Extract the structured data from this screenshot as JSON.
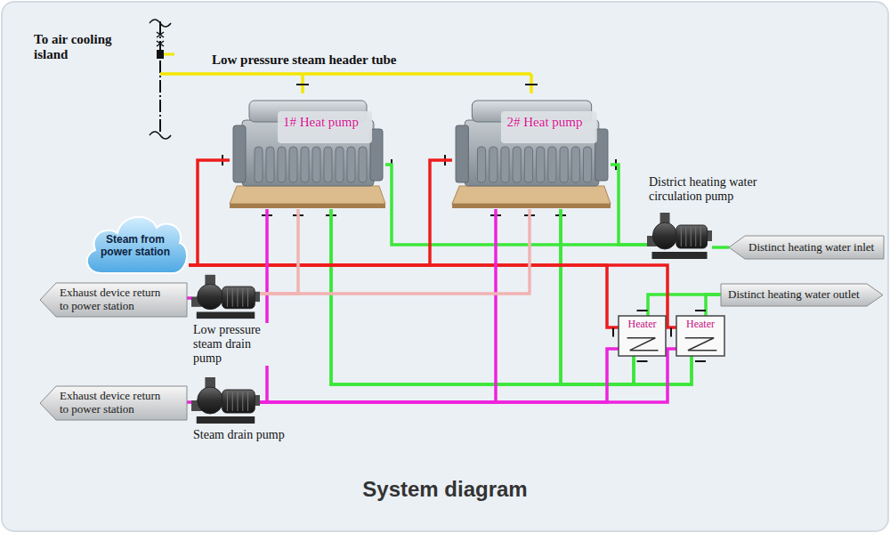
{
  "diagram": {
    "title": "System diagram",
    "nodes": [
      {
        "text": [
          "1# Heat pump"
        ]
      },
      {
        "text": [
          "2# Heat pump"
        ]
      },
      {
        "text": [
          "District heating water circulation pump"
        ]
      },
      {
        "text": [
          "Distinct heating water inlet"
        ]
      },
      {
        "text": [
          "Steam from power station"
        ]
      },
      {
        "text": [
          "Distinct heating water outlet"
        ]
      },
      {
        "text": [
          "Exhaust device return to power station"
        ]
      },
      {
        "text": [
          "Low pressure steam drain pump"
        ]
      },
      {
        "text": [
          "Heater"
        ]
      },
      {
        "text": [
          "Heater"
        ]
      },
      {
        "text": [
          "Exhaust device return to power station"
        ]
      },
      {
        "text": [
          "Steam drain pump"
        ]
      }
    ],
    "edges": [
      {
        "from": 3,
        "to": 2,
        "arrow": "none"
      },
      {
        "from": 2,
        "to": 0,
        "arrow": "none"
      },
      {
        "from": 2,
        "to": 1,
        "arrow": "none"
      },
      {
        "from": 0,
        "to": 8,
        "arrow": "none"
      },
      {
        "from": 0,
        "to": 9,
        "arrow": "none"
      },
      {
        "from": 1,
        "to": 8,
        "arrow": "none"
      },
      {
        "from": 1,
        "to": 9,
        "arrow": "none"
      },
      {
        "from": 8,
        "to": 5,
        "arrow": "none"
      },
      {
        "from": 9,
        "to": 5,
        "arrow": "none"
      },
      {
        "from": 4,
        "to": 0,
        "arrow": "none"
      },
      {
        "from": 4,
        "to": 1,
        "arrow": "none"
      },
      {
        "from": 4,
        "to": 8,
        "arrow": "none"
      },
      {
        "from": 4,
        "to": 9,
        "arrow": "none"
      },
      {
        "from": 0,
        "to": 11,
        "arrow": "none"
      },
      {
        "from": 1,
        "to": 11,
        "arrow": "none"
      },
      {
        "from": 8,
        "to": 11,
        "arrow": "none"
      },
      {
        "from": 9,
        "to": 11,
        "arrow": "none"
      },
      {
        "from": 0,
        "to": 7,
        "arrow": "none"
      },
      {
        "from": 1,
        "to": 7,
        "arrow": "none"
      },
      {
        "from": 7,
        "to": 6,
        "arrow": "none"
      },
      {
        "from": 11,
        "to": 10,
        "arrow": "none"
      }
    ],
    "labels": [
      "To air cooling island",
      "Low pressure steam header tube"
    ]
  }
}
